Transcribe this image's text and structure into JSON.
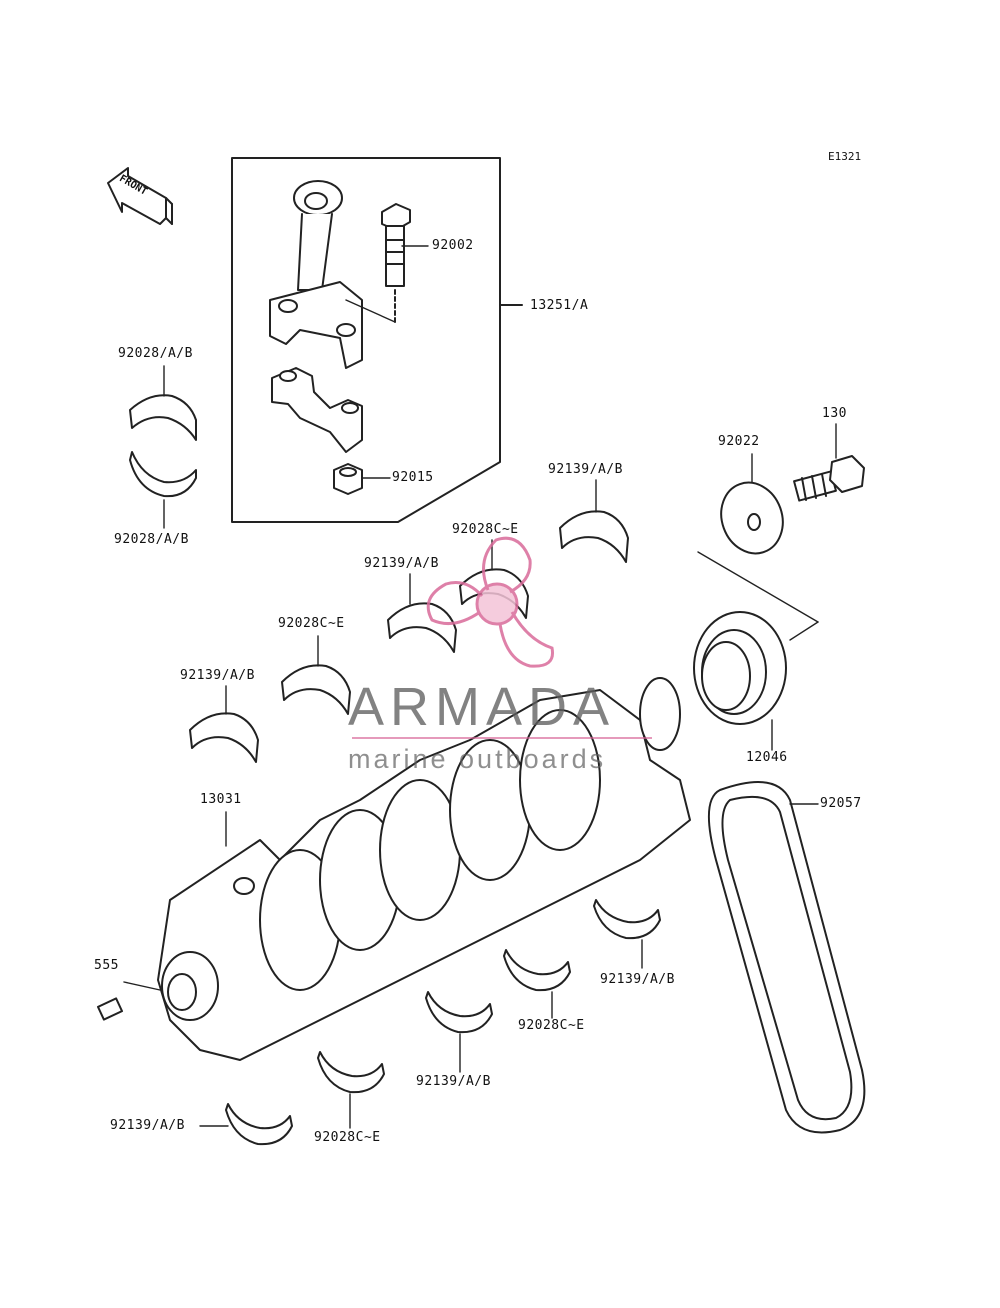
{
  "diagram_code": "E1321",
  "front_arrow_label": "FRONT",
  "watermark": {
    "brand": "ARMADA",
    "tagline": "marine outboards",
    "color": "#d96b9a"
  },
  "part_labels": {
    "p92002": "92002",
    "p13251": "13251/A",
    "p92015": "92015",
    "p92028_top": "92028/A/B",
    "p92028_bottom": "92028/A/B",
    "p92139_1": "92139/A/B",
    "p92028c_1": "92028C~E",
    "p92139_2": "92139/A/B",
    "p92028c_2": "92028C~E",
    "p92139_3": "92139/A/B",
    "p92022": "92022",
    "p130": "130",
    "p12046": "12046",
    "p92057": "92057",
    "p13031": "13031",
    "p555": "555",
    "p92139_4": "92139/A/B",
    "p92028c_3": "92028C~E",
    "p92139_5": "92139/A/B",
    "p92028c_4": "92028C~E",
    "p92139_6": "92139/A/B"
  }
}
